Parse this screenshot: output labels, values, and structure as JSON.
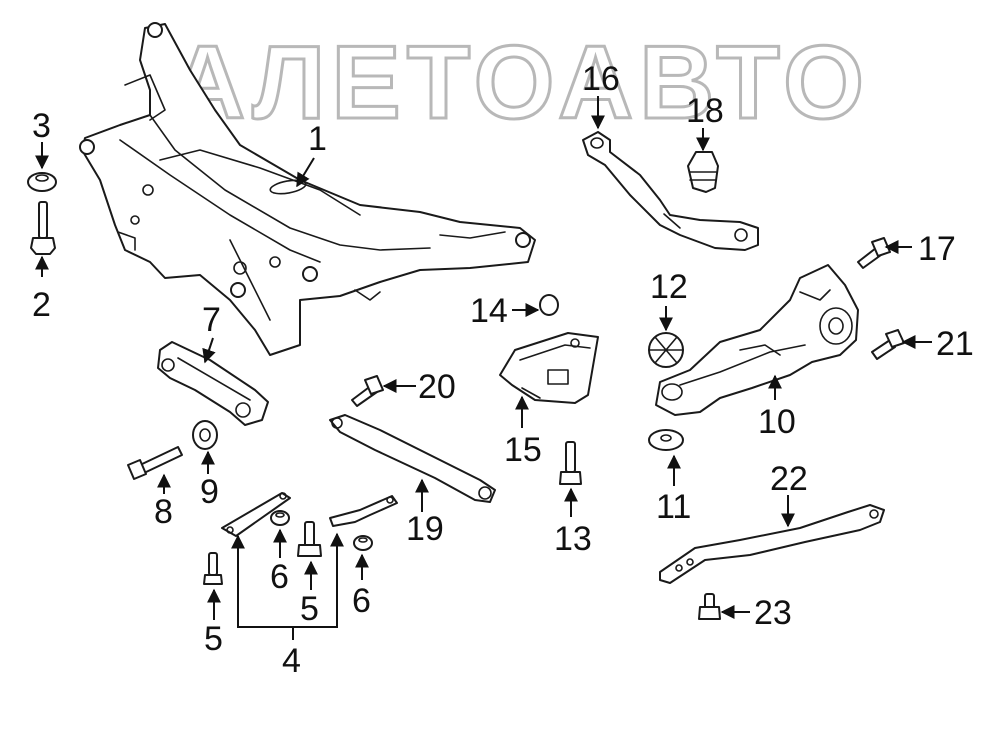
{
  "watermark": "АЛЕТОАВТО",
  "callouts": {
    "p1": "1",
    "p2": "2",
    "p3": "3",
    "p4": "4",
    "p5a": "5",
    "p5b": "5",
    "p6a": "6",
    "p6b": "6",
    "p7": "7",
    "p8": "8",
    "p9": "9",
    "p10": "10",
    "p11": "11",
    "p12": "12",
    "p13": "13",
    "p14": "14",
    "p15": "15",
    "p16": "16",
    "p17": "17",
    "p18": "18",
    "p19": "19",
    "p20": "20",
    "p21": "21",
    "p22": "22",
    "p23": "23"
  }
}
